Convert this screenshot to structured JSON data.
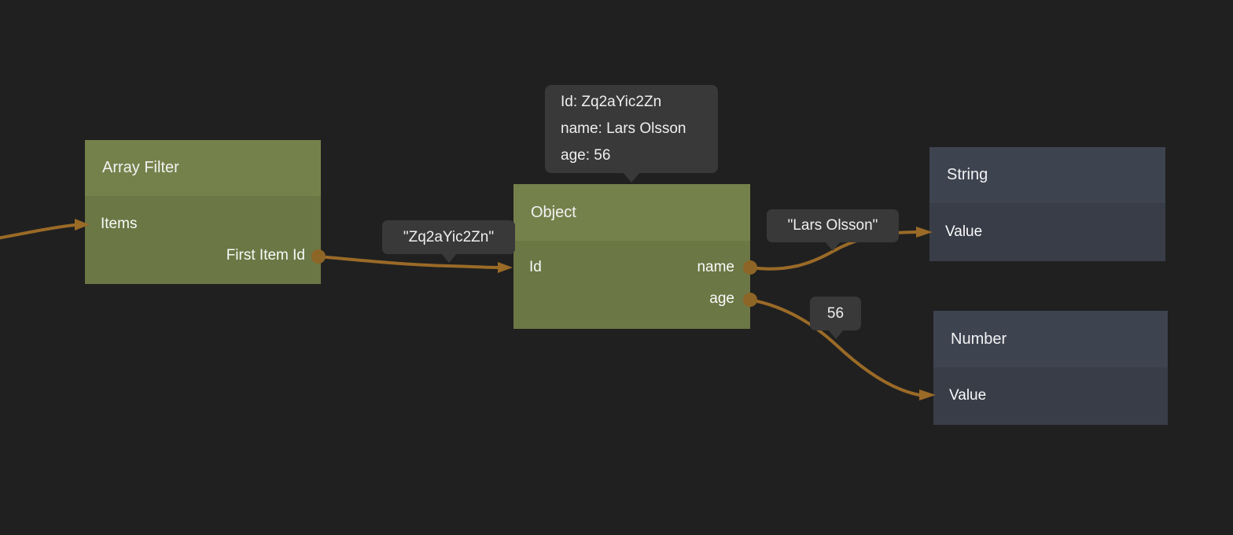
{
  "canvas": {
    "background": "#202020",
    "wire_color": "#9a6a27",
    "port_dot_color": "#8d6526",
    "node_green_header": "#75814b",
    "node_green_body": "#6b7744",
    "node_slate_header": "#3e4350",
    "node_slate_body": "#393d48",
    "bubble_background": "#393939"
  },
  "nodes": {
    "array_filter": {
      "title": "Array Filter",
      "inputs": [
        {
          "label": "Items"
        }
      ],
      "outputs": [
        {
          "label": "First Item Id"
        }
      ]
    },
    "object": {
      "title": "Object",
      "inputs": [
        {
          "label": "Id"
        }
      ],
      "outputs": [
        {
          "label": "name"
        },
        {
          "label": "age"
        }
      ],
      "tooltip": {
        "lines": [
          "Id: Zq2aYic2Zn",
          "name: Lars Olsson",
          "age: 56"
        ]
      }
    },
    "string": {
      "title": "String",
      "inputs": [
        {
          "label": "Value"
        }
      ],
      "outputs": []
    },
    "number": {
      "title": "Number",
      "inputs": [
        {
          "label": "Value"
        }
      ],
      "outputs": []
    }
  },
  "wire_labels": {
    "first_item_id": "\"Zq2aYic2Zn\"",
    "name_value": "\"Lars Olsson\"",
    "age_value": "56"
  }
}
